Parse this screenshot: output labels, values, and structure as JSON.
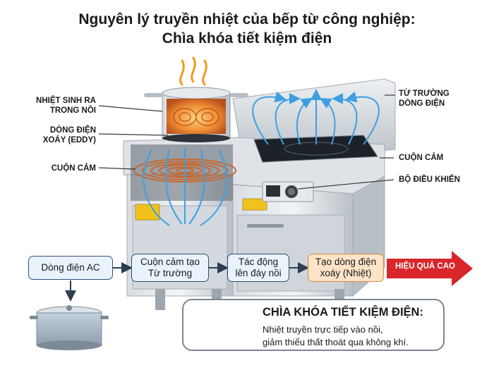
{
  "title": {
    "line1": "Nguyên lý truyền nhiệt của bếp từ công nghiệp:",
    "line2": "Chìa khóa tiết kiệm điện"
  },
  "callouts": {
    "heat_line1": "NHIỆT SINH RA",
    "heat_line2": "TRONG NỒI",
    "eddy_line1": "DÒNG ĐIỆN",
    "eddy_line2": "XOÁY (EDDY)",
    "coil_left": "CUỘN CẢM",
    "field_line1": "TỪ TRƯỜNG",
    "field_line2": "DÒNG ĐIỆN",
    "coil_right": "CUỘN CẢM",
    "controller": "BỘ ĐIỀU KHIỂN"
  },
  "flow": {
    "step1": "Dòng điện AC",
    "step2_line1": "Cuộn cảm tạo",
    "step2_line2": "Từ trường",
    "step3_line1": "Tác động",
    "step3_line2": "lên đáy nồi",
    "step4_line1": "Tạo dòng điện",
    "step4_line2": "xoáy (Nhiệt)",
    "result": "HIỆU QUẢ CAO"
  },
  "key": {
    "title": "CHÌA KHÓA TIẾT KIỆM ĐIỆN:",
    "line1": "Nhiệt truyền trực tiếp vào nồi,",
    "line2": "giảm thiểu thất thoát qua không khí."
  },
  "colors": {
    "field_blue": "#3f9fe0",
    "box_border": "#2c4f78",
    "box_fill": "#eaf3fb",
    "heat_box_fill": "#fde3c8",
    "result_red": "#d8262a",
    "steel": "#c3c9cf"
  }
}
